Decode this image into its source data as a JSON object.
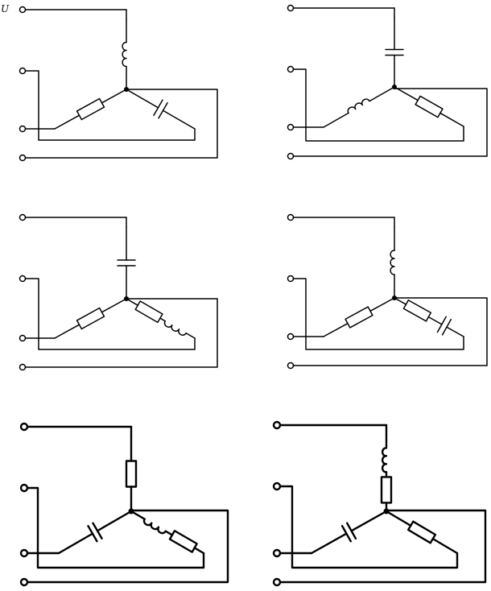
{
  "corner_label": "U",
  "circuits": [
    {
      "id": "c1",
      "top": [
        "inductor"
      ],
      "left": [
        "resistor"
      ],
      "right": [
        "capacitor"
      ]
    },
    {
      "id": "c2",
      "top": [
        "capacitor"
      ],
      "left": [
        "inductor"
      ],
      "right": [
        "resistor"
      ]
    },
    {
      "id": "c3",
      "top": [
        "capacitor"
      ],
      "left": [
        "resistor"
      ],
      "right": [
        "resistor",
        "inductor"
      ]
    },
    {
      "id": "c4",
      "top": [
        "inductor"
      ],
      "left": [
        "resistor"
      ],
      "right": [
        "resistor",
        "capacitor"
      ]
    },
    {
      "id": "c5",
      "top": [
        "resistor"
      ],
      "left": [
        "capacitor"
      ],
      "right": [
        "inductor",
        "resistor"
      ]
    },
    {
      "id": "c6",
      "top": [
        "inductor",
        "resistor"
      ],
      "left": [
        "capacitor"
      ],
      "right": [
        "resistor"
      ]
    }
  ]
}
